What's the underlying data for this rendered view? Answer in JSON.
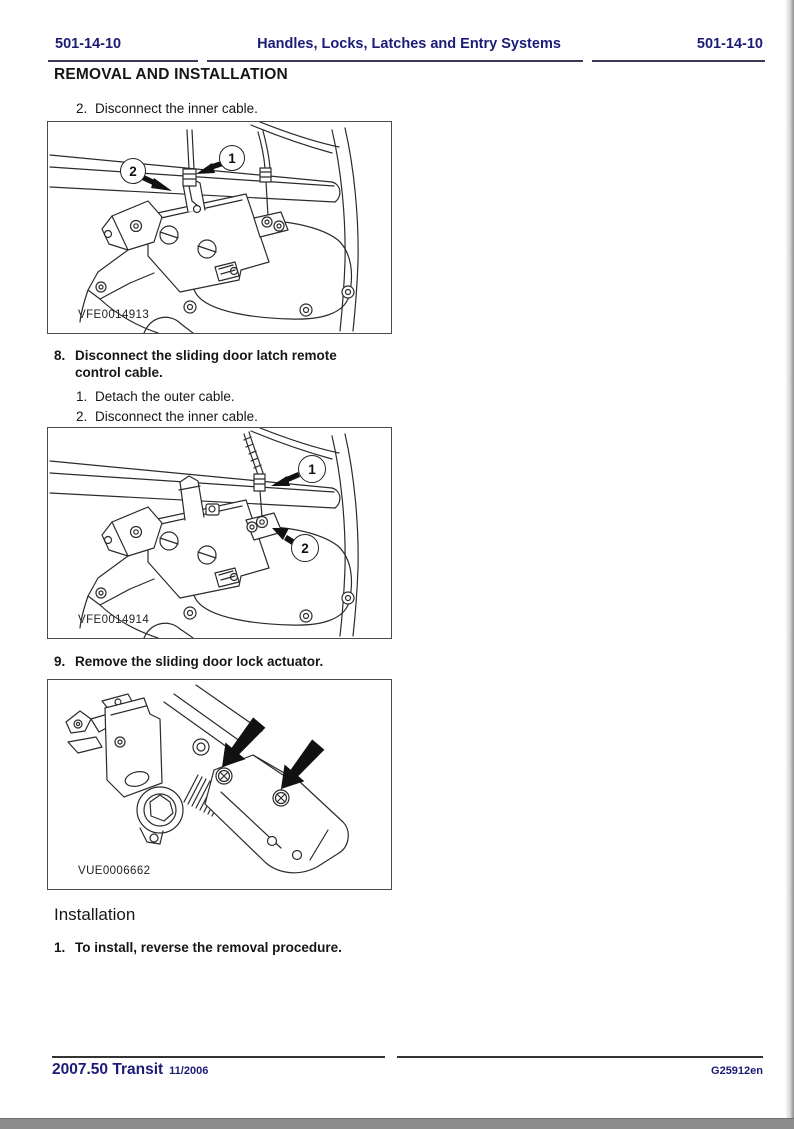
{
  "colors": {
    "accent_navy": "#1c1c78",
    "rule_dark": "#3a3a55"
  },
  "header": {
    "left_code": "501-14-10",
    "title": "Handles, Locks, Latches and Entry Systems",
    "right_code": "501-14-10"
  },
  "section_title": "REMOVAL AND INSTALLATION",
  "steps": {
    "pre": {
      "num": "2.",
      "text": "Disconnect the inner cable."
    },
    "step8": {
      "num": "8.",
      "text": "Disconnect the sliding door latch remote control cable."
    },
    "step8_sub1": {
      "num": "1.",
      "text": "Detach the outer cable."
    },
    "step8_sub2": {
      "num": "2.",
      "text": "Disconnect the inner cable."
    },
    "step9": {
      "num": "9.",
      "text": "Remove the sliding door lock actuator."
    },
    "install1": {
      "num": "1.",
      "text": "To install, reverse the removal procedure."
    }
  },
  "installation_heading": "Installation",
  "figures": {
    "fig1": {
      "label": "VFE0014913",
      "callout_1": "1",
      "callout_2": "2"
    },
    "fig2": {
      "label": "VFE0014914",
      "callout_1": "1",
      "callout_2": "2"
    },
    "fig3": {
      "label": "VUE0006662"
    }
  },
  "footer": {
    "model": "2007.50 Transit",
    "date": "11/2006",
    "doc_code": "G25912en"
  }
}
